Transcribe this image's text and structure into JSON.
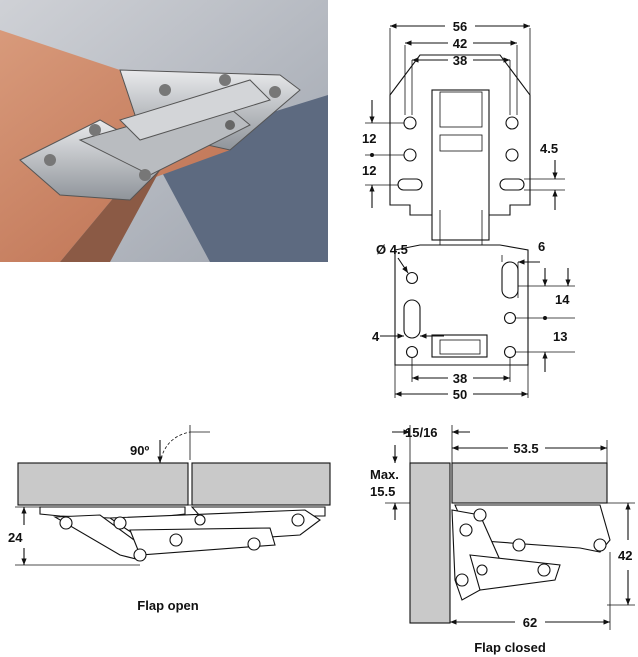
{
  "top_view": {
    "width_outer": "56",
    "width_mid": "42",
    "width_inner": "38",
    "pitch_a": "12",
    "pitch_b": "12",
    "slot_dia_top": "4.5",
    "hole_dia": "Ø 4.5",
    "slot_width": "6",
    "offset_14": "14",
    "offset_13": "13",
    "edge_4": "4",
    "base_inner": "38",
    "base_outer": "50"
  },
  "flap_open": {
    "angle": "90º",
    "height": "24",
    "caption": "Flap open"
  },
  "flap_closed": {
    "gap": "15/16",
    "max_label": "Max.",
    "max_value": "15.5",
    "depth": "53.5",
    "height": "42",
    "length": "62",
    "caption": "Flap closed"
  },
  "colors": {
    "panel": "#c9c9c9",
    "wood": "#c7785a",
    "background_wall": "#5d6a80"
  }
}
